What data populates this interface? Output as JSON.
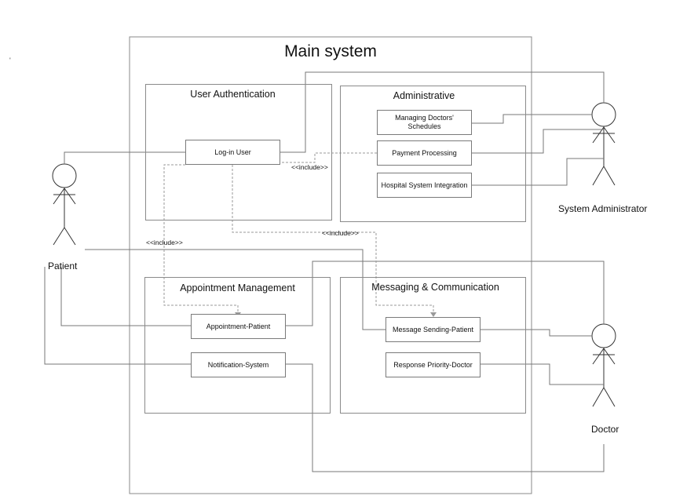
{
  "diagram": {
    "title": "Main system",
    "packages": {
      "auth": {
        "title": "User Authentication",
        "use_cases": {
          "login": "Log-in User"
        }
      },
      "admin": {
        "title": "Administrative",
        "use_cases": {
          "schedules": "Managing Doctors' Schedules",
          "payment": "Payment Processing",
          "integration": "Hospital System Integration"
        }
      },
      "appointment": {
        "title": "Appointment Management",
        "use_cases": {
          "appt_patient": "Appointment-Patient",
          "notification": "Notification-System"
        }
      },
      "messaging": {
        "title": "Messaging & Communication",
        "use_cases": {
          "msg_patient": "Message Sending-Patient",
          "resp_doctor": "Response Priority-Doctor"
        }
      }
    },
    "actors": {
      "patient": "Patient",
      "sysadmin": "System Administrator",
      "doctor": "Doctor"
    },
    "relations": {
      "include_label": "<<include>>"
    },
    "stray_mark": "'"
  }
}
